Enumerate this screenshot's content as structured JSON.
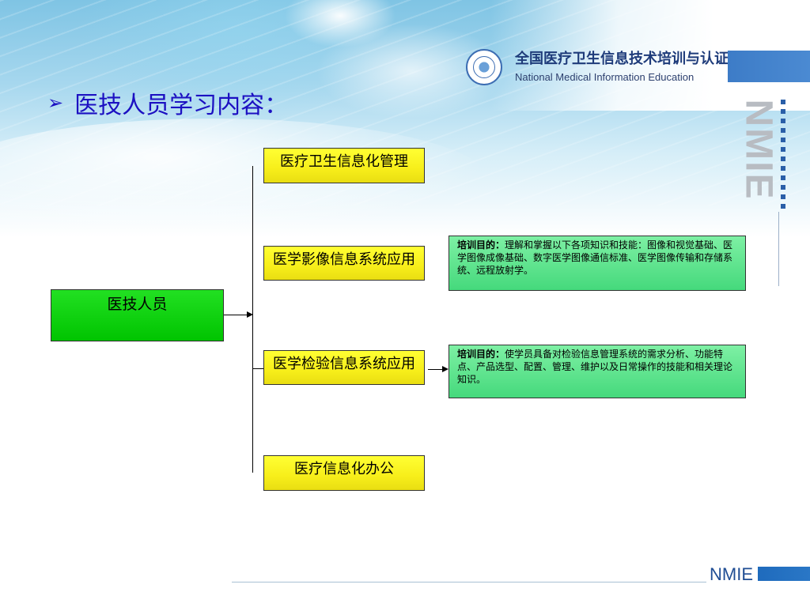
{
  "header": {
    "org_cn": "全国医疗卫生信息技术培训与认证",
    "org_en": "National Medical Information Education",
    "brand_vertical": "NMIE",
    "footer_brand": "NMIE"
  },
  "slide": {
    "bullet": "➢",
    "title": "医技人员学习内容："
  },
  "diagram": {
    "root": "医技人员",
    "branches": [
      {
        "label": "医疗卫生信息化管理"
      },
      {
        "label": "医学影像信息系统应用"
      },
      {
        "label": "医学检验信息系统应用"
      },
      {
        "label": "医疗信息化办公"
      }
    ],
    "details": [
      {
        "head": "培训目的：",
        "text": "理解和掌握以下各项知识和技能：图像和视觉基础、医学图像成像基础、数字医学图像通信标准、医学图像传输和存储系统、远程放射学。"
      },
      {
        "head": "培训目的：",
        "text": "使学员具备对检验信息管理系统的需求分析、功能特点、产品选型、配置、管理、维护以及日常操作的技能和相关理论知识。"
      }
    ]
  },
  "colors": {
    "title": "#1c10c2",
    "branch_fill": "#ffff33",
    "root_fill": "#00c400",
    "detail_fill": "#45d97c",
    "brand_blue": "#3d7cc7"
  }
}
